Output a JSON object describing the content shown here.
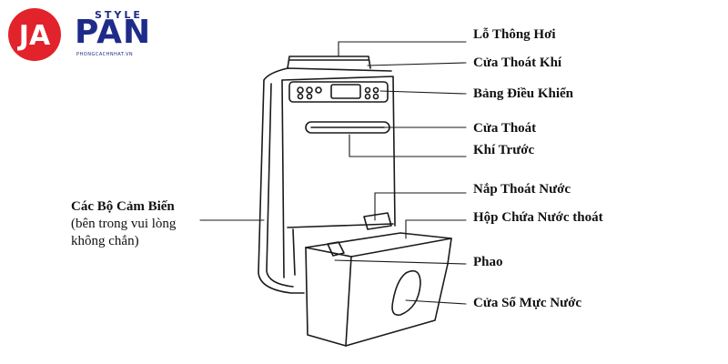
{
  "logo": {
    "mark": "JA",
    "style_text": "STYLE",
    "brand_text": "PAN",
    "url_text": "PHONGCACHNHAT.VN",
    "mark_color": "#e2232b",
    "brand_color": "#1e2b8a"
  },
  "labels": {
    "vent": "Lỗ Thông Hơi",
    "exhaust": "Cửa Thoát Khí",
    "control_panel": "Bảng Điều Khiển",
    "front_exhaust_line1": "Cửa Thoát",
    "front_exhaust_line2": "Khí Trước",
    "drain_cover": "Nắp Thoát Nước",
    "water_tank": "Hộp Chứa Nước thoát",
    "float": "Phao",
    "water_window": "Cửa Sổ Mực Nước",
    "sensors_title": "Các Bộ Cảm Biến",
    "sensors_note_line1": "(bên trong vui lòng",
    "sensors_note_line2": "không chắn)"
  }
}
